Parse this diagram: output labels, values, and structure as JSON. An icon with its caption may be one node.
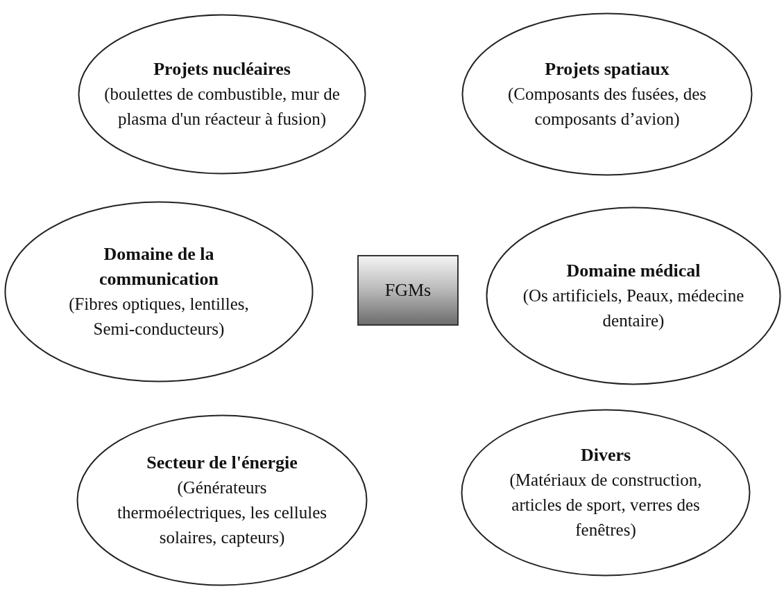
{
  "diagram": {
    "nodes": [
      {
        "text": [
          "Projets nucléaires",
          "(boulettes de combustible, mur de plasma d'un réacteur à fusion)"
        ]
      },
      {
        "text": [
          "Projets spatiaux",
          "(Composants des fusées, des composants d’avion)"
        ]
      },
      {
        "text": [
          "Domaine de la communication",
          "(Fibres optiques, lentilles, Semi-conducteurs)"
        ]
      },
      {
        "text": [
          "FGMs"
        ]
      },
      {
        "text": [
          "Domaine médical",
          "(Os artificiels, Peaux, médecine dentaire)"
        ]
      },
      {
        "text": [
          "Secteur de l'énergie",
          "(Générateurs thermoélectriques, les cellules solaires, capteurs)"
        ]
      },
      {
        "text": [
          "Divers",
          "(Matériaux de construction, articles de sport, verres des fenêtres)"
        ]
      }
    ]
  }
}
